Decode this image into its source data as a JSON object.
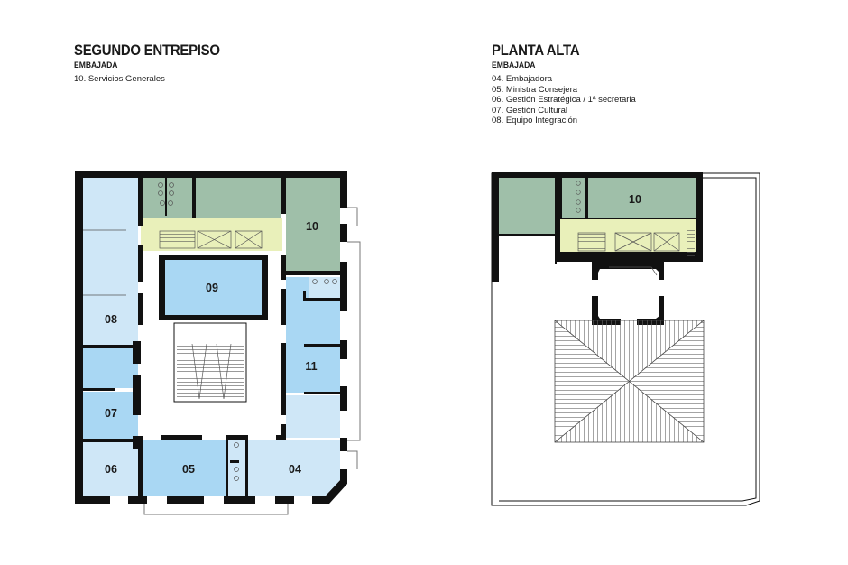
{
  "left_plan": {
    "title": "SEGUNDO ENTREPISO",
    "subtitle": "EMBAJADA",
    "items": [
      "10. Servicios Generales"
    ],
    "rooms": {
      "r04": "04",
      "r05": "05",
      "r06": "06",
      "r07": "07",
      "r08": "08",
      "r09": "09",
      "r10": "10",
      "r11": "11"
    }
  },
  "right_plan": {
    "title": "PLANTA ALTA",
    "subtitle": "EMBAJADA",
    "items": [
      "04. Embajadora",
      "05. Ministra Consejera",
      "06. Gestión Estratégica / 1ª secretaria",
      "07. Gestión Cultural",
      "08. Equipo Integración"
    ],
    "rooms": {
      "r10": "10"
    }
  },
  "colors": {
    "light_blue": "#cfe7f7",
    "blue": "#a9d7f3",
    "green": "#9fbfa9",
    "yellow": "#e9f0ba",
    "wall": "#111111"
  }
}
